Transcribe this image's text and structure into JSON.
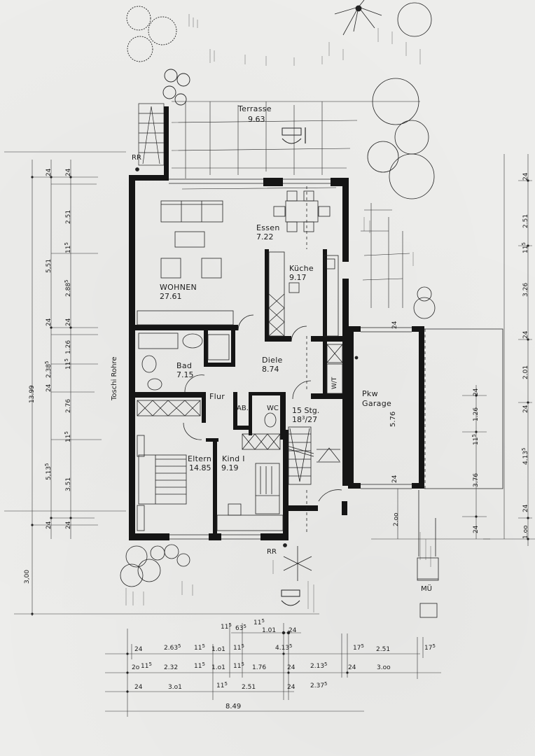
{
  "drawing": {
    "type": "architectural floor plan (ground floor)",
    "ink_color": "#1a1a1a",
    "paper_color": "#ededeb"
  },
  "rooms": {
    "terrasse": {
      "name": "Terrasse",
      "area": "9.63"
    },
    "wohnen": {
      "name": "WOHNEN",
      "area": "27.61"
    },
    "essen": {
      "name": "Essen",
      "area": "7.22"
    },
    "kueche": {
      "name": "Küche",
      "area": "9.17"
    },
    "bad": {
      "name": "Bad",
      "area": "7.15"
    },
    "diele": {
      "name": "Diele",
      "area": "8.74"
    },
    "flur": {
      "name": "Flur"
    },
    "ab": {
      "name": "AB."
    },
    "wc": {
      "name": "WC"
    },
    "stair": {
      "name": "15 Stg.",
      "rise_base": "18",
      "rise_sup": "3",
      "run": "/27"
    },
    "eltern": {
      "name": "Eltern",
      "area": "14.85"
    },
    "kind": {
      "name": "Kind I",
      "area": "9.19"
    },
    "garage": {
      "name_line1": "Pkw",
      "name_line2": "Garage",
      "length": "5.76"
    },
    "muell": {
      "name": "MÜ"
    }
  },
  "annotations": {
    "rr_top": "RR",
    "rr_bottom": "RR",
    "pipe_label": "Toschi Rohre",
    "wm_symbol": "W/T"
  },
  "dimensions": {
    "left_outer": {
      "total": "13.99",
      "front_yard": "3,00"
    },
    "left_mid": [
      {
        "v": "24"
      },
      {
        "v": "5,51"
      },
      {
        "v": "24"
      },
      {
        "v": "2,38",
        "sup": "5"
      },
      {
        "v": "24"
      },
      {
        "v": "5,13",
        "sup": "5"
      },
      {
        "v": "24"
      }
    ],
    "left_inner": [
      {
        "v": "24"
      },
      {
        "v": "2.51"
      },
      {
        "v": "11",
        "sup": "5"
      },
      {
        "v": "2.88",
        "sup": "5"
      },
      {
        "v": "24"
      },
      {
        "v": "1.26"
      },
      {
        "v": "11",
        "sup": "5"
      },
      {
        "v": "2.76"
      },
      {
        "v": "11",
        "sup": "5"
      },
      {
        "v": "3.51"
      },
      {
        "v": "24"
      }
    ],
    "right_outer": [
      {
        "v": "24"
      },
      {
        "v": "2.51"
      },
      {
        "v": "11",
        "sup": "5"
      },
      {
        "v": "3.26"
      },
      {
        "v": "24"
      },
      {
        "v": "2.01"
      },
      {
        "v": "24"
      },
      {
        "v": "4.13",
        "sup": "5"
      },
      {
        "v": "24"
      },
      {
        "v": "1.oo"
      }
    ],
    "right_inner": [
      {
        "v": "24"
      },
      {
        "v": "1.26"
      },
      {
        "v": "11",
        "sup": "5"
      },
      {
        "v": "3.76"
      },
      {
        "v": "24"
      }
    ],
    "garage_front": {
      "v": "2.oo"
    },
    "garage_walls": [
      {
        "v": "24"
      },
      {
        "v": "24"
      }
    ],
    "bottom_row0": [
      {
        "v": "11",
        "sup": "5"
      },
      {
        "v": "63",
        "sup": "5"
      },
      {
        "v": "11",
        "sup": "5"
      },
      {
        "v": "1.01"
      },
      {
        "v": "24"
      }
    ],
    "bottom_row1": [
      {
        "v": "24"
      },
      {
        "v": "2.63",
        "sup": "5"
      },
      {
        "v": "11",
        "sup": "5"
      },
      {
        "v": "1.o1"
      },
      {
        "v": "11",
        "sup": "5"
      },
      {
        "v": "4.13",
        "sup": "5"
      },
      {
        "v": "17",
        "sup": "5"
      },
      {
        "v": "2.51"
      },
      {
        "v": "17",
        "sup": "5"
      }
    ],
    "bottom_row2": [
      {
        "v": "2o"
      },
      {
        "v": "11",
        "sup": "5"
      },
      {
        "v": "2.32"
      },
      {
        "v": "11",
        "sup": "5"
      },
      {
        "v": "1.o1"
      },
      {
        "v": "11",
        "sup": "5"
      },
      {
        "v": "1.76"
      },
      {
        "v": "24"
      },
      {
        "v": "2.13",
        "sup": "5"
      },
      {
        "v": "24"
      },
      {
        "v": "3.oo"
      }
    ],
    "bottom_row3": [
      {
        "v": "24"
      },
      {
        "v": "3.o1"
      },
      {
        "v": "11",
        "sup": "5"
      },
      {
        "v": "2.51"
      },
      {
        "v": "24"
      },
      {
        "v": "2.37",
        "sup": "5"
      }
    ],
    "bottom_total": {
      "v": "8.49"
    }
  }
}
